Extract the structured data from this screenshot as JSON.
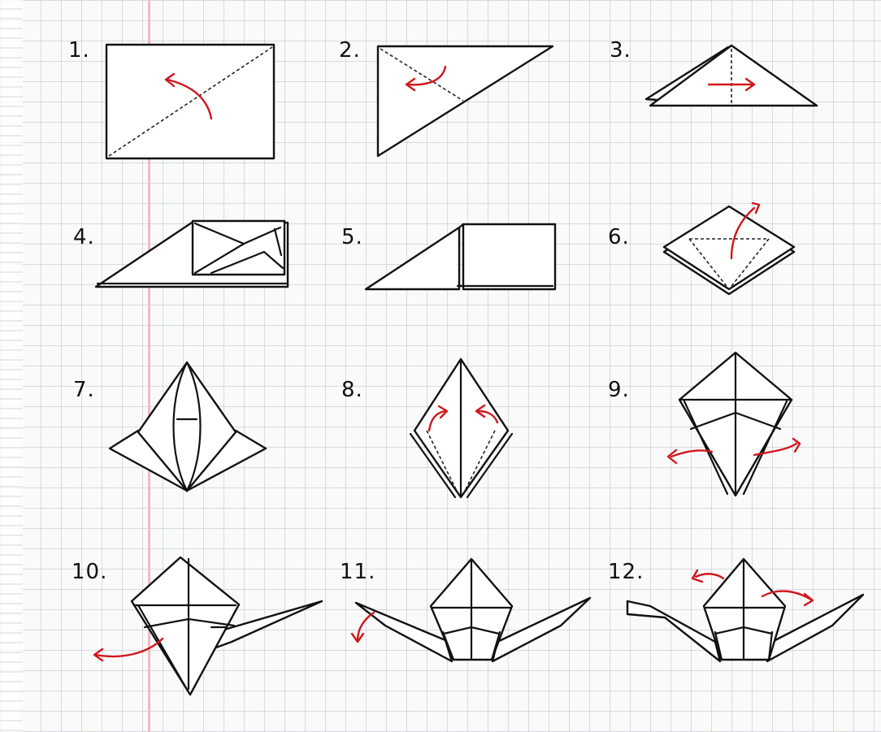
{
  "steps": [
    {
      "label": "1."
    },
    {
      "label": "2."
    },
    {
      "label": "3."
    },
    {
      "label": "4."
    },
    {
      "label": "5."
    },
    {
      "label": "6."
    },
    {
      "label": "7."
    },
    {
      "label": "8."
    },
    {
      "label": "9."
    },
    {
      "label": "10."
    },
    {
      "label": "11."
    },
    {
      "label": "12."
    }
  ],
  "colors": {
    "paper": "#fafafa",
    "grid": "#9aa0af",
    "margin_line": "#f3b8c3",
    "ink": "#111111",
    "arrow": "#d0161c"
  }
}
